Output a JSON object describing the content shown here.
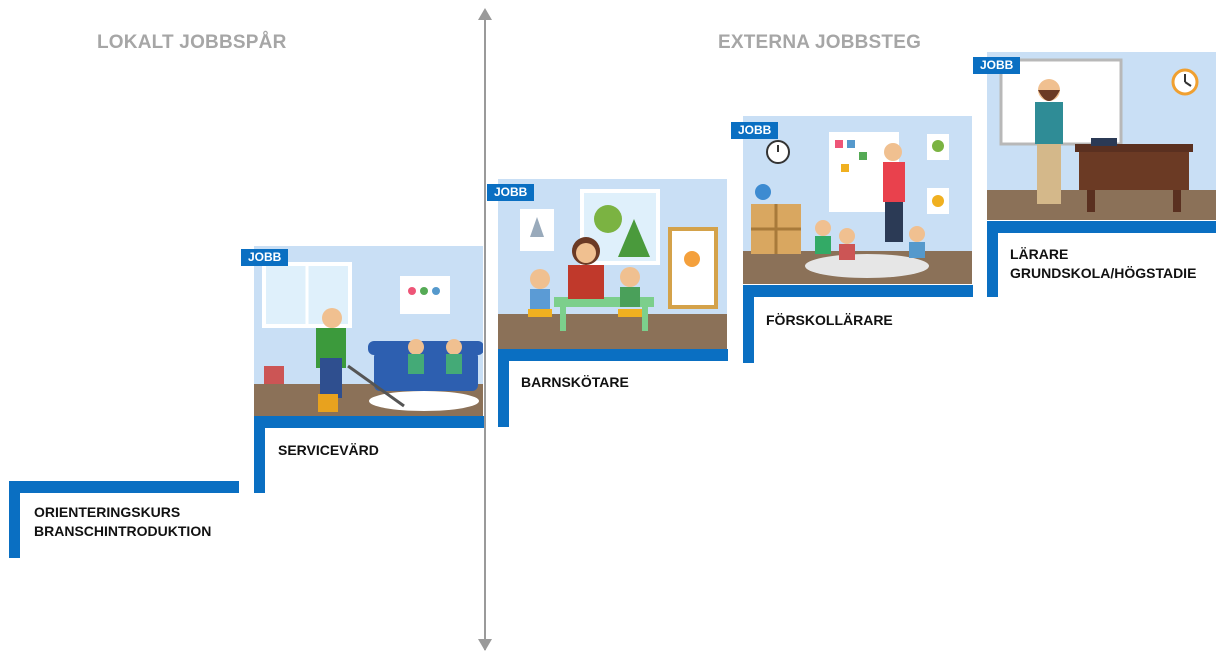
{
  "headings": {
    "left": "LOKALT JOBBSPÅR",
    "right": "EXTERNA  JOBBSTEG"
  },
  "steps": [
    {
      "lines": [
        "ORIENTERINGSKURS",
        "BRANSCHINTRODUKTION"
      ]
    },
    {
      "badge": "JOBB",
      "lines": [
        "SERVICEVÄRD"
      ],
      "scene_icon": "cleaner-vacuum-icon"
    },
    {
      "badge": "JOBB",
      "lines": [
        "BARNSKÖTARE"
      ],
      "scene_icon": "childcare-table-icon"
    },
    {
      "badge": "JOBB",
      "lines": [
        "FÖRSKOLLÄRARE"
      ],
      "scene_icon": "preschool-teacher-icon"
    },
    {
      "badge": "JOBB",
      "lines": [
        "LÄRARE",
        "GRUNDSKOLA/HÖGSTADIE"
      ],
      "scene_icon": "classroom-teacher-icon"
    }
  ],
  "colors": {
    "step_blue": "#0a6fc2",
    "heading_grey": "#a6a6a6",
    "wall_blue": "#c9dff5",
    "floor_brown": "#8b7158"
  }
}
